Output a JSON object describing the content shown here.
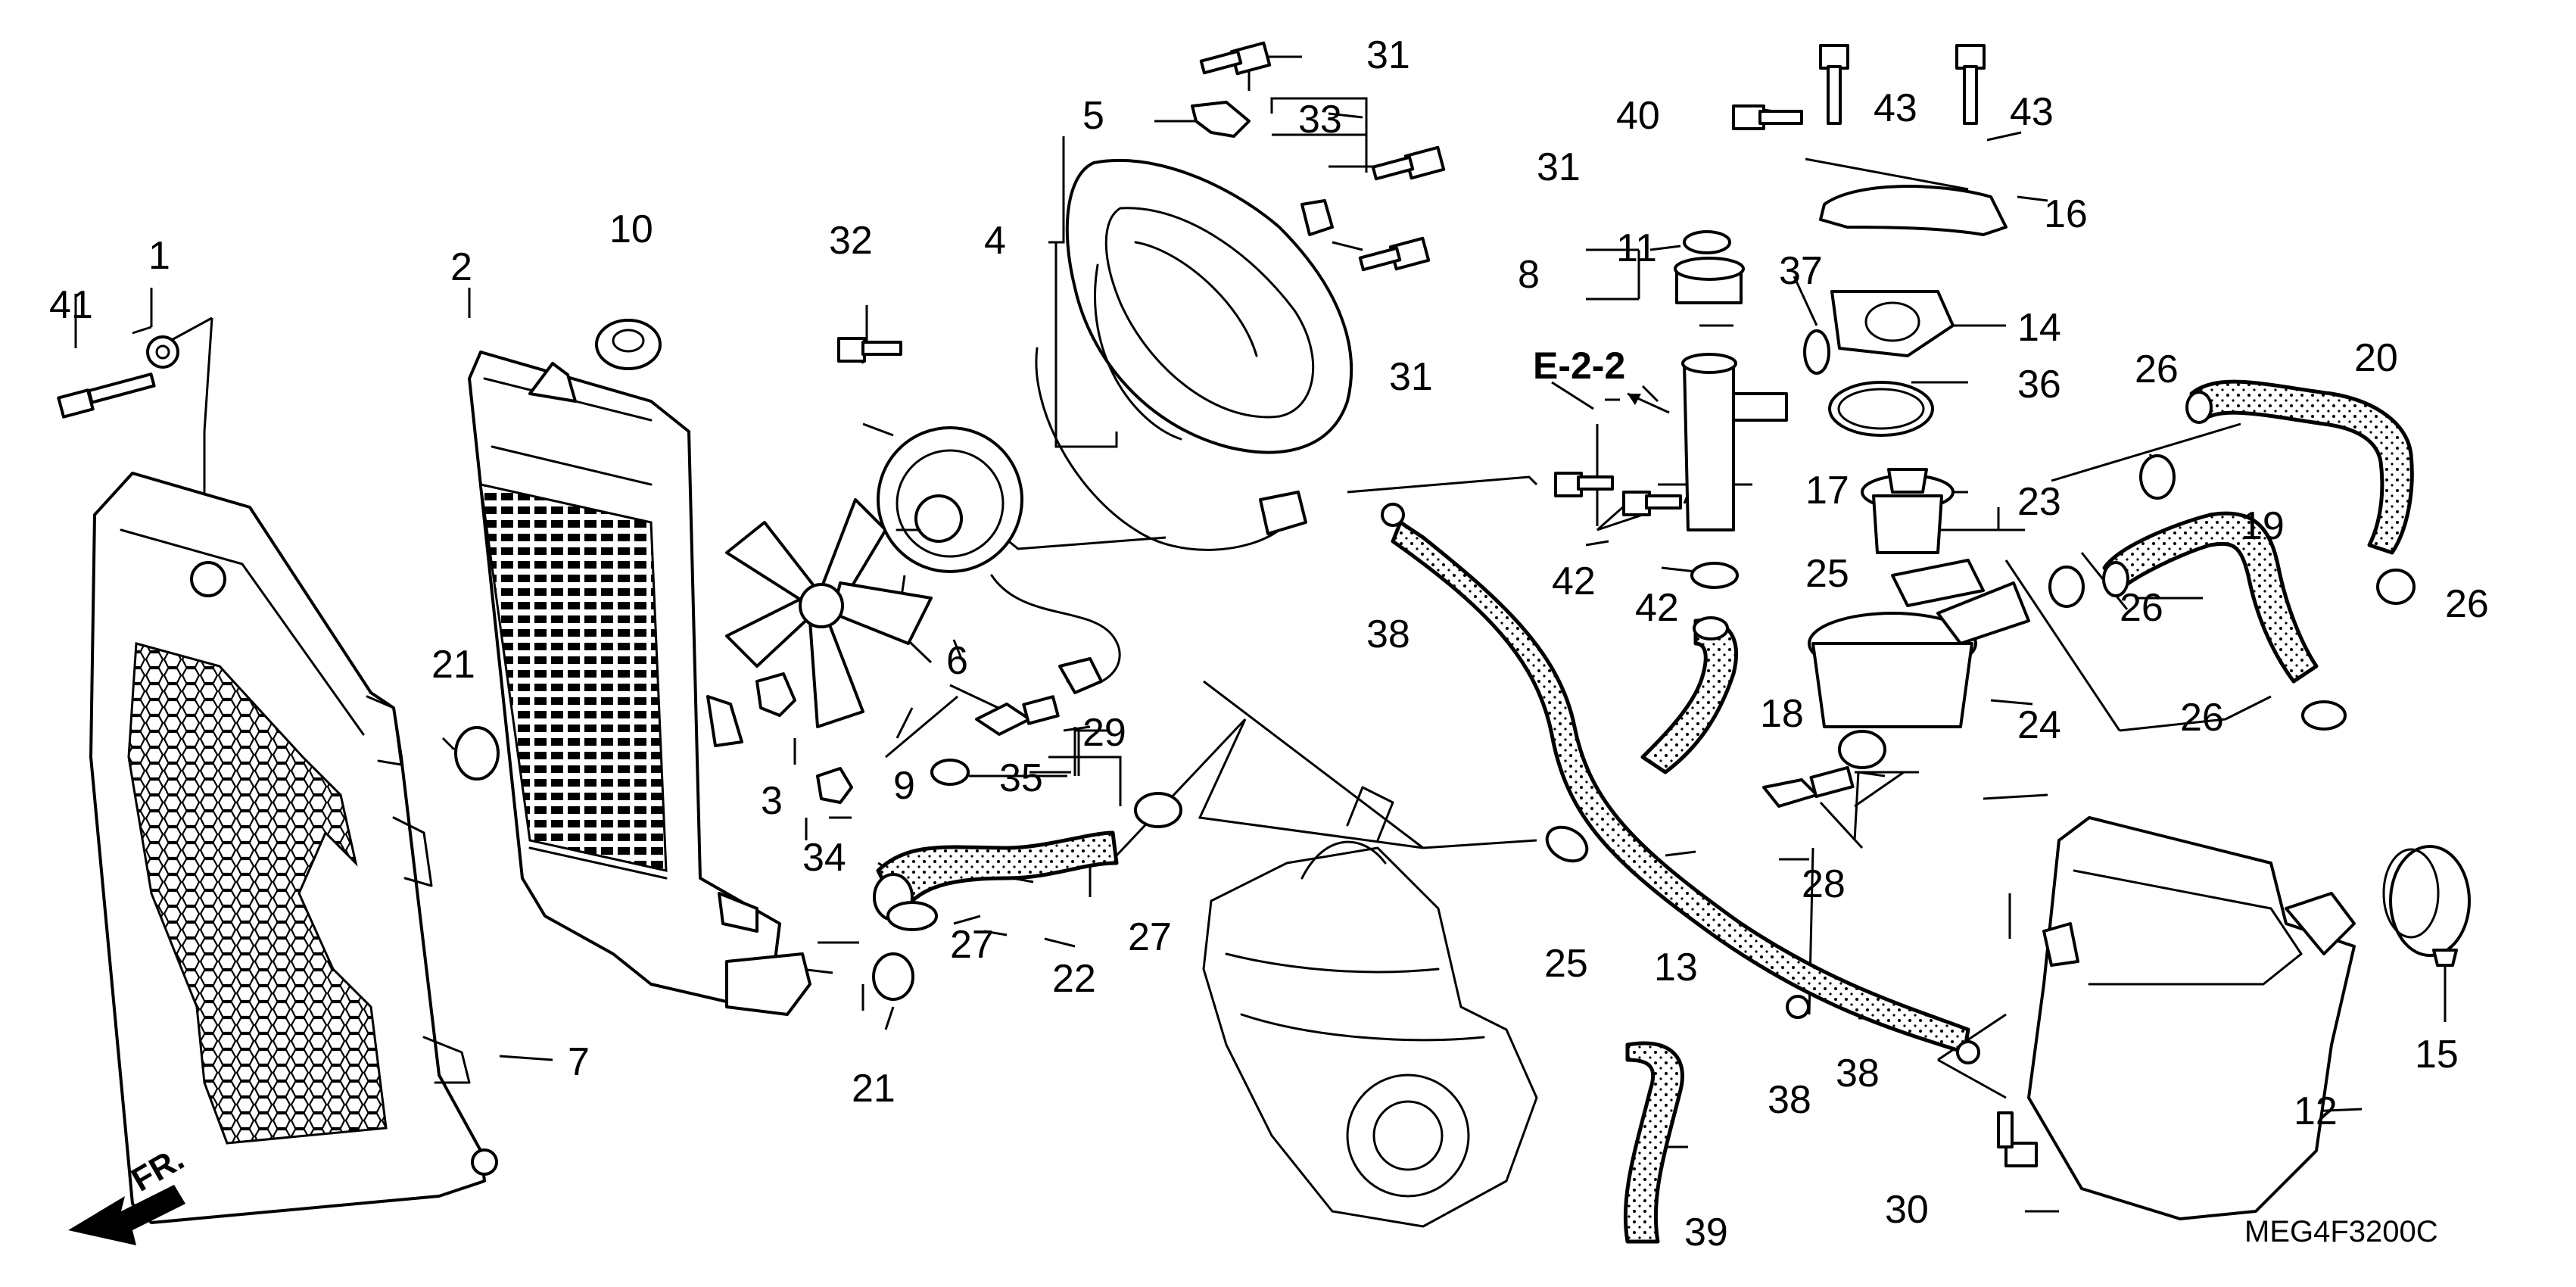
{
  "callouts": {
    "c41": "41",
    "c1": "1",
    "c2": "2",
    "c10": "10",
    "c32": "32",
    "c5": "5",
    "c4": "4",
    "c33": "33",
    "c31a": "31",
    "c31b": "31",
    "c31c": "31",
    "c40": "40",
    "c43a": "43",
    "c43b": "43",
    "c16": "16",
    "c8": "8",
    "c11": "11",
    "c37": "37",
    "c14": "14",
    "c26a": "26",
    "c20": "20",
    "c36": "36",
    "c17": "17",
    "c23": "23",
    "c19": "19",
    "c42a": "42",
    "c42b": "42",
    "c25a": "25",
    "c26b": "26",
    "c26c": "26",
    "c38a": "38",
    "c6": "6",
    "c21a": "21",
    "c3": "3",
    "c9": "9",
    "c29": "29",
    "c35": "35",
    "c34": "34",
    "c18": "18",
    "c24": "24",
    "c26d": "26",
    "c28": "28",
    "c27a": "27",
    "c27b": "27",
    "c22": "22",
    "c25b": "25",
    "c13": "13",
    "c15": "15",
    "c7": "7",
    "c21b": "21",
    "c38b": "38",
    "c38c": "38",
    "c12": "12",
    "c30": "30",
    "c39": "39"
  },
  "reference_label": "E-2-2",
  "direction_label": "FR.",
  "drawing_code": "MEG4F3200C"
}
